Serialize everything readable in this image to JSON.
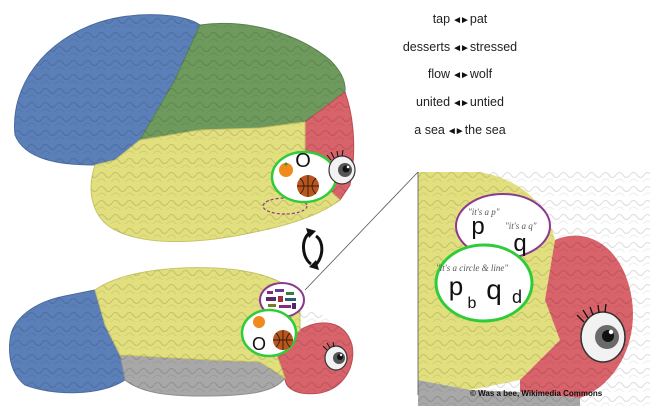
{
  "word_pairs": [
    {
      "left": "tap",
      "arrow": "◄►",
      "right": "pat"
    },
    {
      "left": "desserts",
      "arrow": "◄►",
      "right": "stressed"
    },
    {
      "left": "flow",
      "arrow": "◄►",
      "right": "wolf"
    },
    {
      "left": "united",
      "arrow": "◄►",
      "right": "untied"
    },
    {
      "left": "a sea",
      "arrow": "◄►",
      "right": "the sea"
    }
  ],
  "top_brain": {
    "letter": "O"
  },
  "bottom_brain": {
    "letter": "O"
  },
  "zoom": {
    "bubble_p_text": "\"it's a p\"",
    "bubble_q_text": "\"it's a q\"",
    "letter_p": "p",
    "letter_q": "q",
    "bubble_circle_text": "\"it's a circle & line\"",
    "circle_letters": {
      "p": "p",
      "b": "b",
      "q": "q",
      "d": "d"
    }
  },
  "credit": "© Was a bee, Wikimedia Commons",
  "colors": {
    "frontal": "#5b7fb8",
    "parietal": "#6f9a5e",
    "temporal": "#e2df7e",
    "occipital": "#d9636a",
    "cerebellum": "#a8a8a8",
    "bubble_green": "#2fcc3a",
    "bubble_purple": "#8b3a8f"
  }
}
